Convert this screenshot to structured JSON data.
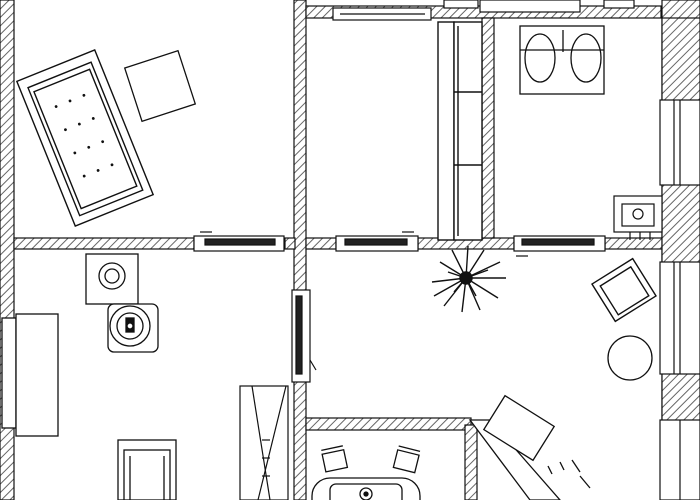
{
  "drawing": {
    "colors": {
      "background": "#ffffff",
      "line": "#111111",
      "hatch": "#555555",
      "window_fill": "#222222",
      "wall_fill": "#ffffff"
    },
    "elements": [
      "room-top-left",
      "room-middle",
      "room-bathroom",
      "room-living",
      "room-hall",
      "room-bottom-middle",
      "room-bottom-right",
      "wardrobe",
      "bed",
      "nightstand",
      "bathtub",
      "sink",
      "toilet",
      "radiator-left",
      "radiator-door",
      "plant",
      "armchair",
      "round-table",
      "fireplace",
      "round-stool",
      "sofa",
      "staircase",
      "kitchen-counter",
      "chairs",
      "dining-table"
    ]
  }
}
